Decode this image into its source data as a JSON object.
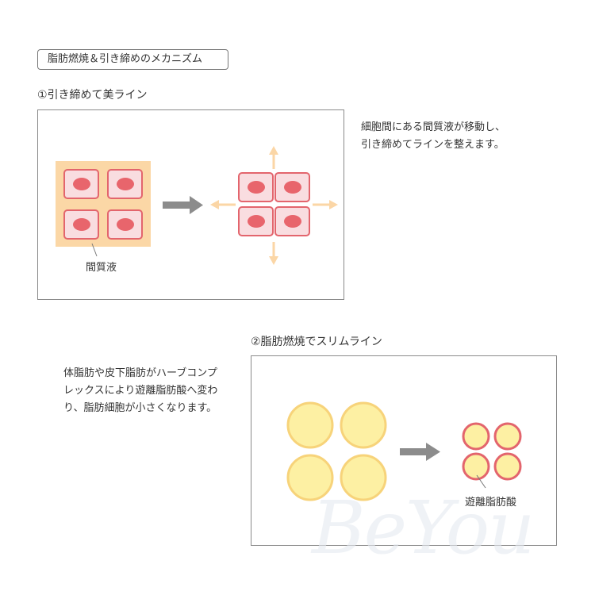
{
  "title_tag": "脂肪燃焼＆引き締めのメカニズム",
  "section1": {
    "heading": "①引き締めて美ライン",
    "description": [
      "細胞間にある間質液が移動し、",
      "引き締めてラインを整えます。"
    ],
    "callout": "間質液"
  },
  "section2": {
    "heading": "②脂肪燃焼でスリムライン",
    "description": [
      "体脂肪や皮下脂肪がハーブコンプ",
      "レックスにより遊離脂肪酸へ変わ",
      "り、脂肪細胞が小さくなります。"
    ],
    "callout": "遊離脂肪酸"
  },
  "watermark": "BeYou",
  "colors": {
    "interstitial_fluid": "#fbd7a6",
    "cell_fill": "#f9dde0",
    "cell_border": "#e3656d",
    "nucleus": "#e8656c",
    "arrow_gray": "#8c8c8c",
    "expand_arrow": "#fbd6a6",
    "fat_fill": "#fdf0a3",
    "fat_border": "#f7d37a",
    "ffa_border": "#e3656d"
  }
}
